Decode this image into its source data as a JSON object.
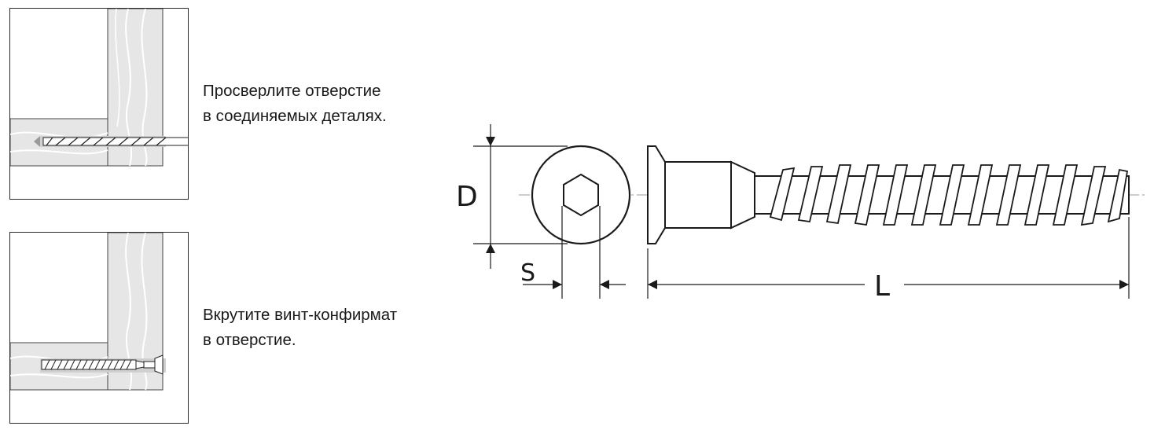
{
  "steps": [
    {
      "lines": [
        "Просверлите отверстие",
        "в соединяемых деталях."
      ],
      "illustration": "drill-bit"
    },
    {
      "lines": [
        "Вкрутите винт-конфирмат",
        "в отверстие."
      ],
      "illustration": "confirmat-screw"
    }
  ],
  "dimensions": {
    "head_diameter": "D",
    "hex_size": "S",
    "length": "L"
  },
  "colors": {
    "wood_fill": "#e6e6e6",
    "wood_grain": "#ffffff",
    "line": "#1a1a1a",
    "hole_fill": "#b8b8b8"
  }
}
